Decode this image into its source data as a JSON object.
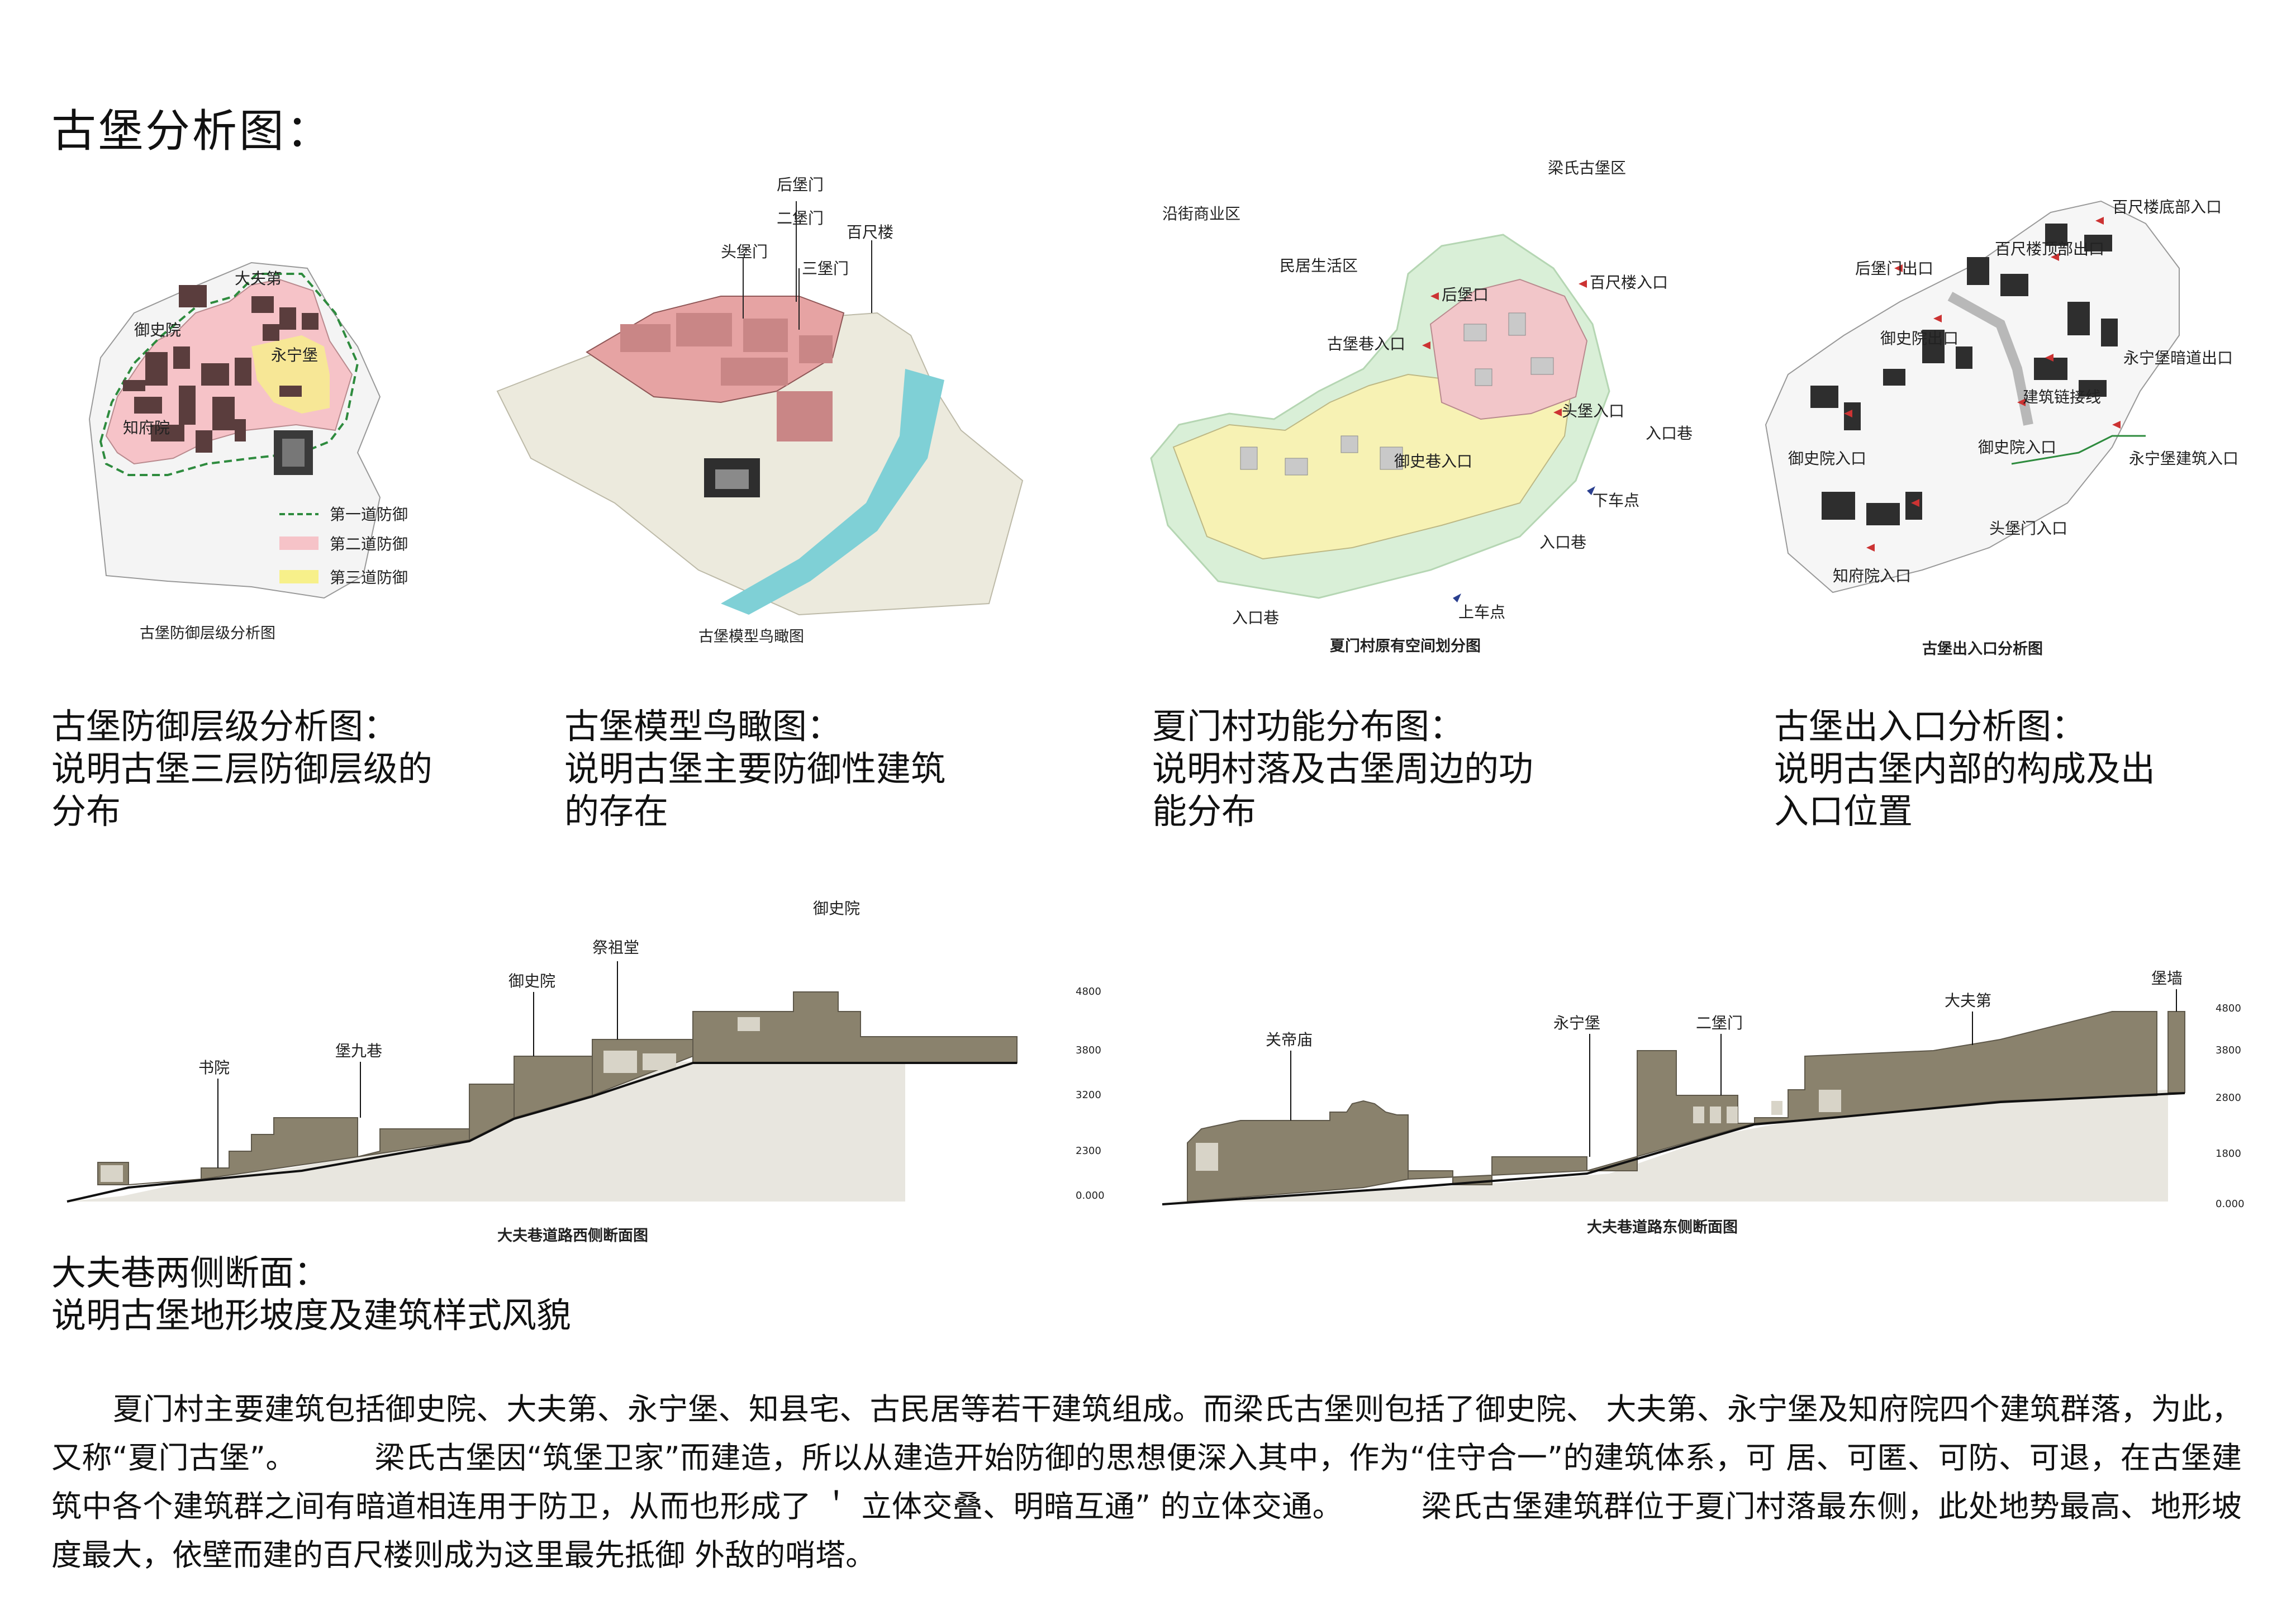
{
  "page_title": "古堡分析图：",
  "fig1": {
    "caption": "古堡防御层级分析图",
    "labels": {
      "dafudi": "大夫第",
      "yushiyuan": "御史院",
      "yongningbao": "永宁堡",
      "zhifuyuan": "知府院"
    },
    "legend": [
      {
        "label": "第一道防御",
        "color": "#2e8b3e"
      },
      {
        "label": "第二道防御",
        "color": "#f6c3c8"
      },
      {
        "label": "第三道防御",
        "color": "#f7f08a"
      }
    ]
  },
  "fig2": {
    "caption": "古堡模型鸟瞰图",
    "labels": {
      "houbaomen": "后堡门",
      "erbaomen": "二堡门",
      "toubaomen": "头堡门",
      "sanbaomen": "三堡门",
      "baichilou": "百尺楼"
    }
  },
  "fig3": {
    "caption": "夏门村原有空间划分图",
    "labels": {
      "liangshi": "梁氏古堡区",
      "yanjie": "沿街商业区",
      "minju": "民居生活区",
      "houbaokou": "后堡口",
      "baichilou_rukou": "百尺楼入口",
      "gubaoxiang_rukou": "古堡巷入口",
      "toubao_rukou": "头堡入口",
      "rukouxiang1": "入口巷",
      "yushixiang_rukou": "御史巷入口",
      "xiachedian": "下车点",
      "rukouxiang2": "入口巷",
      "shangchedian": "上车点",
      "rukouxiang3": "入口巷"
    }
  },
  "fig4": {
    "caption": "古堡出入口分析图",
    "labels": {
      "baichilou_dibu": "百尺楼底部入口",
      "baichilou_dingbu": "百尺楼顶部出口",
      "houbaomen_chukou": "后堡门出口",
      "yushiyuan_chukou": "御史院出口",
      "yongningbao_andao": "永宁堡暗道出口",
      "jianzhu_lianjie": "建筑链接线",
      "yushiyuan_rukou1": "御史院入口",
      "yushiyuan_rukou2": "御史院入口",
      "yongningbao_jianzhu": "永宁堡建筑入口",
      "toubaomen_rukou": "头堡门入口",
      "zhifuyuan_rukou": "知府院入口"
    }
  },
  "descriptions": [
    {
      "lines": [
        "古堡防御层级分析图：",
        "说明古堡三层防御层级的",
        "分布"
      ]
    },
    {
      "lines": [
        "古堡模型鸟瞰图：",
        "说明古堡主要防御性建筑",
        "的存在"
      ]
    },
    {
      "lines": [
        "夏门村功能分布图：",
        "说明村落及古堡周边的功",
        "能分布"
      ]
    },
    {
      "lines": [
        "古堡出入口分析图：",
        "说明古堡内部的构成及出",
        "入口位置"
      ]
    }
  ],
  "section_west": {
    "caption": "大夫巷道路西侧断面图",
    "labels": {
      "yushiyuan_top": "御史院",
      "jizutang": "祭祖堂",
      "yushiyuan": "御史院",
      "shuyuan": "书院",
      "baojiuxiang": "堡九巷"
    },
    "elev": [
      "4800",
      "3800",
      "3200",
      "2300",
      "0.000"
    ]
  },
  "section_east": {
    "caption": "大夫巷道路东侧断面图",
    "labels": {
      "guandimiao": "关帝庙",
      "yongningbao": "永宁堡",
      "erbaomen": "二堡门",
      "dafudi": "大夫第",
      "baoqiang": "堡墙"
    },
    "elev": [
      "4800",
      "3800",
      "2800",
      "1800",
      "0.000"
    ]
  },
  "section_desc": [
    "大夫巷两侧断面：",
    "说明古堡地形坡度及建筑样式风貌"
  ],
  "paragraph": [
    "夏门村主要建筑包括御史院、大夫第、永宁堡、知县宅、古民居等若干建筑组成。而梁氏古堡则包括了御史院、 大夫第、永宁堡及知府院四个建筑群落，为此，又称“夏门古堡”。",
    "        梁氏古堡因“筑堡卫家”而建造，所以从建造开始防御的思想便深入其中，作为“住守合一”的建筑体系，可 居、可匿、可防、可退，在古堡建筑中各个建筑群之间有暗道相连用于防卫，从而也形成了 ＇ 立体交叠、明暗互通” 的立体交通。",
    "        梁氏古堡建筑群位于夏门村落最东侧，此处地势最高、地形坡度最大，依壁而建的百尺楼则成为这里最先抵御 外敌的哨塔。"
  ]
}
